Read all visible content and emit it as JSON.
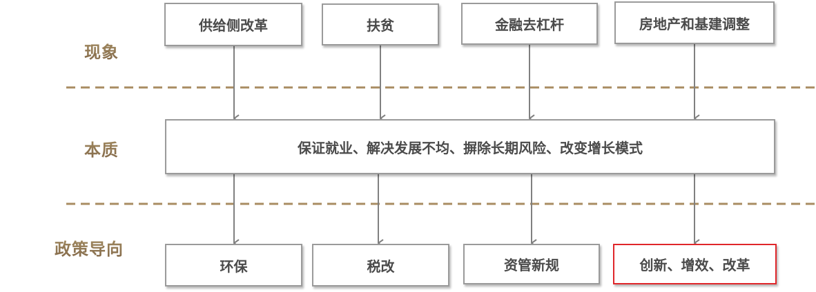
{
  "rows": {
    "phenomenon": {
      "label": "现象"
    },
    "essence": {
      "label": "本质"
    },
    "policy": {
      "label": "政策导向"
    }
  },
  "phenomena": [
    {
      "text": "供给侧改革"
    },
    {
      "text": "扶贫"
    },
    {
      "text": "金融去杠杆"
    },
    {
      "text": "房地产和基建调整"
    }
  ],
  "essence_box": {
    "text": "保证就业、解决发展不均、摒除长期风险、改变增长模式"
  },
  "policies": [
    {
      "text": "环保",
      "highlighted": false
    },
    {
      "text": "税改",
      "highlighted": false
    },
    {
      "text": "资管新规",
      "highlighted": false
    },
    {
      "text": "创新、增效、改革",
      "highlighted": true
    }
  ],
  "colors": {
    "label_gold": "#97805a",
    "divider_gold": "#a88c62",
    "box_border": "#9a9a9a",
    "arrow_gray": "#808080",
    "highlight_red": "#e0262a",
    "text_dark": "#4a4a4a"
  }
}
